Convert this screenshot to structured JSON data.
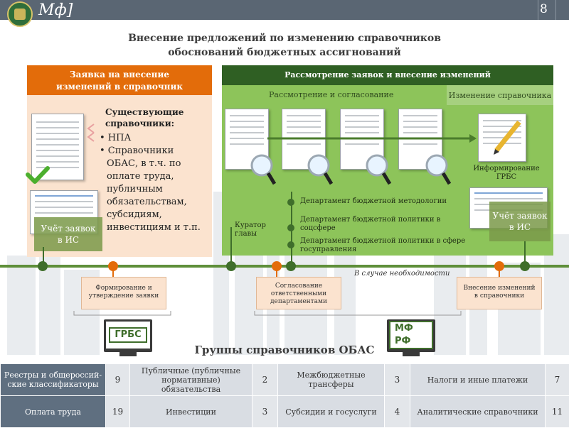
{
  "header": {
    "brand": "Мф]",
    "page_number": "8"
  },
  "title": {
    "line1": "Внесение предложений по изменению справочников",
    "line2": "обоснований бюджетных ассигнований"
  },
  "left_panel": {
    "heading_line1": "Заявка на внесение",
    "heading_line2": "изменений в справочник",
    "existing_title_line1": "Существующие",
    "existing_title_line2": "справочники:",
    "list": [
      "• НПА",
      "• Справочники",
      "ОБАС, в т.ч. по",
      "оплате труда,",
      "публичным",
      "обязательствам,",
      "субсидиям,",
      "инвестициям и т.п."
    ],
    "uchet_line1": "Учёт заявок",
    "uchet_line2": "в ИС"
  },
  "right_panel": {
    "heading": "Рассмотрение заявок и внесение изменений",
    "sub_review": "Рассмотрение и согласование",
    "sub_change": "Изменение справочника",
    "inform_line1": "Информирование",
    "inform_line2": "ГРБС",
    "uchet_line1": "Учёт заявок",
    "uchet_line2": "в ИС",
    "curator_line1": "Куратор",
    "curator_line2": "главы",
    "departments": [
      "Департамент бюджетной методологии",
      "Департамент бюджетной политики в",
      "соцсфере",
      "Департамент бюджетной политики в сфере",
      "госуправления"
    ]
  },
  "timeline": {
    "note": "В случае необходимости",
    "stage1_line1": "Формирование и",
    "stage1_line2": "утверждение заявки",
    "stage2_line1": "Согласование",
    "stage2_line2": "ответственными",
    "stage2_line3": "департаментами",
    "stage3_line1": "Внесение изменений",
    "stage3_line2": "в справочники",
    "grbs": "ГРБС",
    "mf": "МФ РФ"
  },
  "groups": {
    "title": "Группы справочников ОБАС",
    "rows": [
      [
        {
          "label": "Реестры и общероссий-ские классификаторы",
          "count": "9"
        },
        {
          "label": "Публичные (публичные нормативные) обязательства",
          "count": "2"
        },
        {
          "label": "Межбюджетные трансферы",
          "count": "3"
        },
        {
          "label": "Налоги и иные платежи",
          "count": "7"
        }
      ],
      [
        {
          "label": "Оплата труда",
          "count": "19"
        },
        {
          "label": "Инвестиции",
          "count": "3"
        },
        {
          "label": "Субсидии и госуслуги",
          "count": "4"
        },
        {
          "label": "Аналитические справочники",
          "count": "11"
        }
      ]
    ]
  },
  "colors": {
    "orange": "#e36c0a",
    "dark_green": "#2f5f23",
    "light_green": "#8dc45a",
    "header": "#5a6673"
  }
}
